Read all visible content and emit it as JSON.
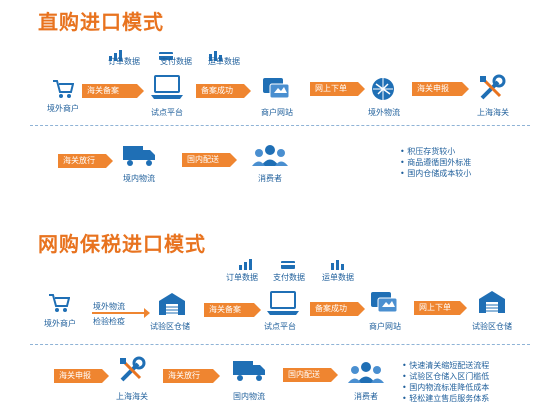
{
  "sections": {
    "direct": {
      "title": "直购进口模式",
      "data_tags": [
        "订单数据",
        "支付数据",
        "运单数据"
      ],
      "nodes": {
        "overseas_merchant": "境外商户",
        "pilot_platform": "试点平台",
        "merchant_site": "商户网站",
        "overseas_logistics": "境外物流",
        "shanghai_customs": "上海海关",
        "domestic_logistics": "境内物流",
        "consumer": "消费者"
      },
      "arrows": {
        "customs_filing": "海关备案",
        "filing_success": "备案成功",
        "online_order": "网上下单",
        "customs_declare": "海关申报",
        "customs_release": "海关放行",
        "domestic_delivery": "国内配送"
      },
      "benefits": [
        "积压存货较小",
        "商品遵循国外标准",
        "国内仓储成本较小"
      ]
    },
    "bonded": {
      "title": "网购保税进口模式",
      "data_tags": [
        "订单数据",
        "支付数据",
        "运单数据"
      ],
      "pre_step": [
        "境外物流",
        "检验检疫"
      ],
      "nodes": {
        "overseas_merchant": "境外商户",
        "pilot_warehouse": "试验区仓储",
        "pilot_platform": "试点平台",
        "merchant_site": "商户网站",
        "pilot_warehouse_2": "试验区仓储",
        "shanghai_customs": "上海海关",
        "domestic_logistics": "国内物流",
        "consumer": "消费者"
      },
      "arrows": {
        "customs_filing": "海关备案",
        "filing_success": "备案成功",
        "online_order": "网上下单",
        "customs_declare": "海关申报",
        "customs_release": "海关放行",
        "domestic_delivery": "国内配送"
      },
      "benefits": [
        "快速清关缩短配送流程",
        "试验区仓储入区门槛低",
        "国内物流标准降低成本",
        "轻松建立售后服务体系"
      ]
    }
  }
}
